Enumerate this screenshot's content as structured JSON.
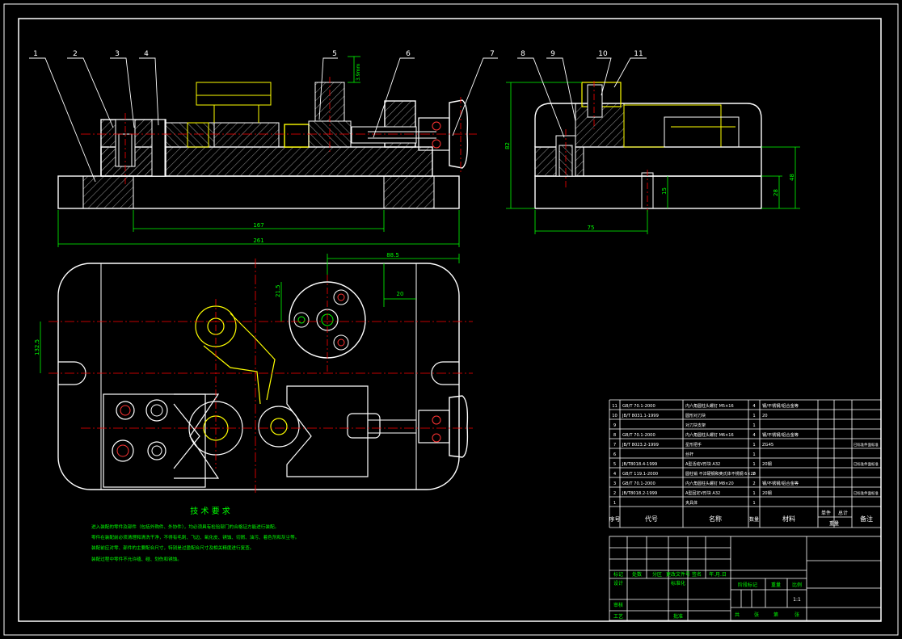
{
  "colors": {
    "background": "#000000",
    "outline": "#ffffff",
    "dimension": "#00ff00",
    "center_line": "#ff0000",
    "hidden_part": "#ffff00",
    "hatch": "#888888",
    "note_text": "#00ff00",
    "bom_text": "#ffffff"
  },
  "balloons": [
    "1",
    "2",
    "3",
    "4",
    "5",
    "6",
    "7",
    "8",
    "9",
    "10",
    "11"
  ],
  "dimensions": {
    "front_inner": "167",
    "front_total": "261",
    "side_height": "82",
    "side_width": "75",
    "side_right_1": "48",
    "side_right_2": "28",
    "side_mid": "15",
    "top_width": "88.5",
    "top_height": "132.5",
    "top_offset": "21.5",
    "top_small": "20",
    "vertical_note": "3.9mm"
  },
  "notes": {
    "title": "技 术 要 求",
    "lines": [
      "进入装配的零件及部件（包括外购件、外协件），均必须具有检验部门的合格证方能进行装配。",
      "零件在装配前必须清理和清洗干净，不得有毛刺、飞边、氧化皮、锈蚀、切屑、油污、着色剂和灰尘等。",
      "装配前应对零、部件的主要配合尺寸，特别是过盈配合尺寸及相关精度进行复查。",
      "装配过程中零件不允许磕、碰、划伤和锈蚀。"
    ]
  },
  "bom": {
    "rows": [
      {
        "no": "11",
        "code": "GB/T 70.1-2000",
        "name": "内六角圆柱头螺钉 M5×16",
        "qty": "4",
        "material": "钢/不锈钢/铝合金等",
        "note": ""
      },
      {
        "no": "10",
        "code": "JB/T 8031.1-1999",
        "name": "圆形对刀块",
        "qty": "1",
        "material": "20",
        "note": ""
      },
      {
        "no": "9",
        "code": "",
        "name": "对刀块支架",
        "qty": "1",
        "material": "",
        "note": ""
      },
      {
        "no": "8",
        "code": "GB/T 70.1-2000",
        "name": "内六角圆柱头螺钉 M6×16",
        "qty": "4",
        "material": "钢/不锈钢/铝合金等",
        "note": ""
      },
      {
        "no": "7",
        "code": "JB/T 8023.2-1999",
        "name": "星形把手",
        "qty": "1",
        "material": "ZG45",
        "note": "已标准件面标准"
      },
      {
        "no": "6",
        "code": "",
        "name": "丝杆",
        "qty": "1",
        "material": "",
        "note": ""
      },
      {
        "no": "5",
        "code": "JB/T8018.4-1999",
        "name": "A型活动V形块 A32",
        "qty": "1",
        "material": "20钢",
        "note": "已标准件面标准"
      },
      {
        "no": "4",
        "code": "GB/T 119.1-2000",
        "name": "圆柱销 不淬硬钢和奥氏体不锈钢 6×20",
        "qty": "2",
        "material": "",
        "note": ""
      },
      {
        "no": "3",
        "code": "GB/T 70.1-2000",
        "name": "内六角圆柱头螺钉 M8×20",
        "qty": "2",
        "material": "钢/不锈钢/铝合金等",
        "note": ""
      },
      {
        "no": "2",
        "code": "JB/T8018.2-1999",
        "name": "A型固定V形块 A32",
        "qty": "1",
        "material": "20钢",
        "note": "已标准件面标准"
      },
      {
        "no": "1",
        "code": "",
        "name": "夹具体",
        "qty": "1",
        "material": "",
        "note": ""
      }
    ],
    "header": {
      "no": "序号",
      "code": "代号",
      "name": "名称",
      "qty": "数量",
      "material": "材料",
      "single": "单件",
      "total": "总计",
      "weight": "重量",
      "note": "备注"
    }
  },
  "title_block": {
    "row1": [
      "标记",
      "处数",
      "分区",
      "更改文件号",
      "签名",
      "年.月.日"
    ],
    "design": "设计",
    "standard": "标准化",
    "stage": "阶段标记",
    "weight": "重量",
    "scale": "比例",
    "scale_value": "1:1",
    "review": "审核",
    "process": "工艺",
    "approve": "批准",
    "sheets": [
      "共",
      "张",
      "第",
      "张"
    ]
  }
}
